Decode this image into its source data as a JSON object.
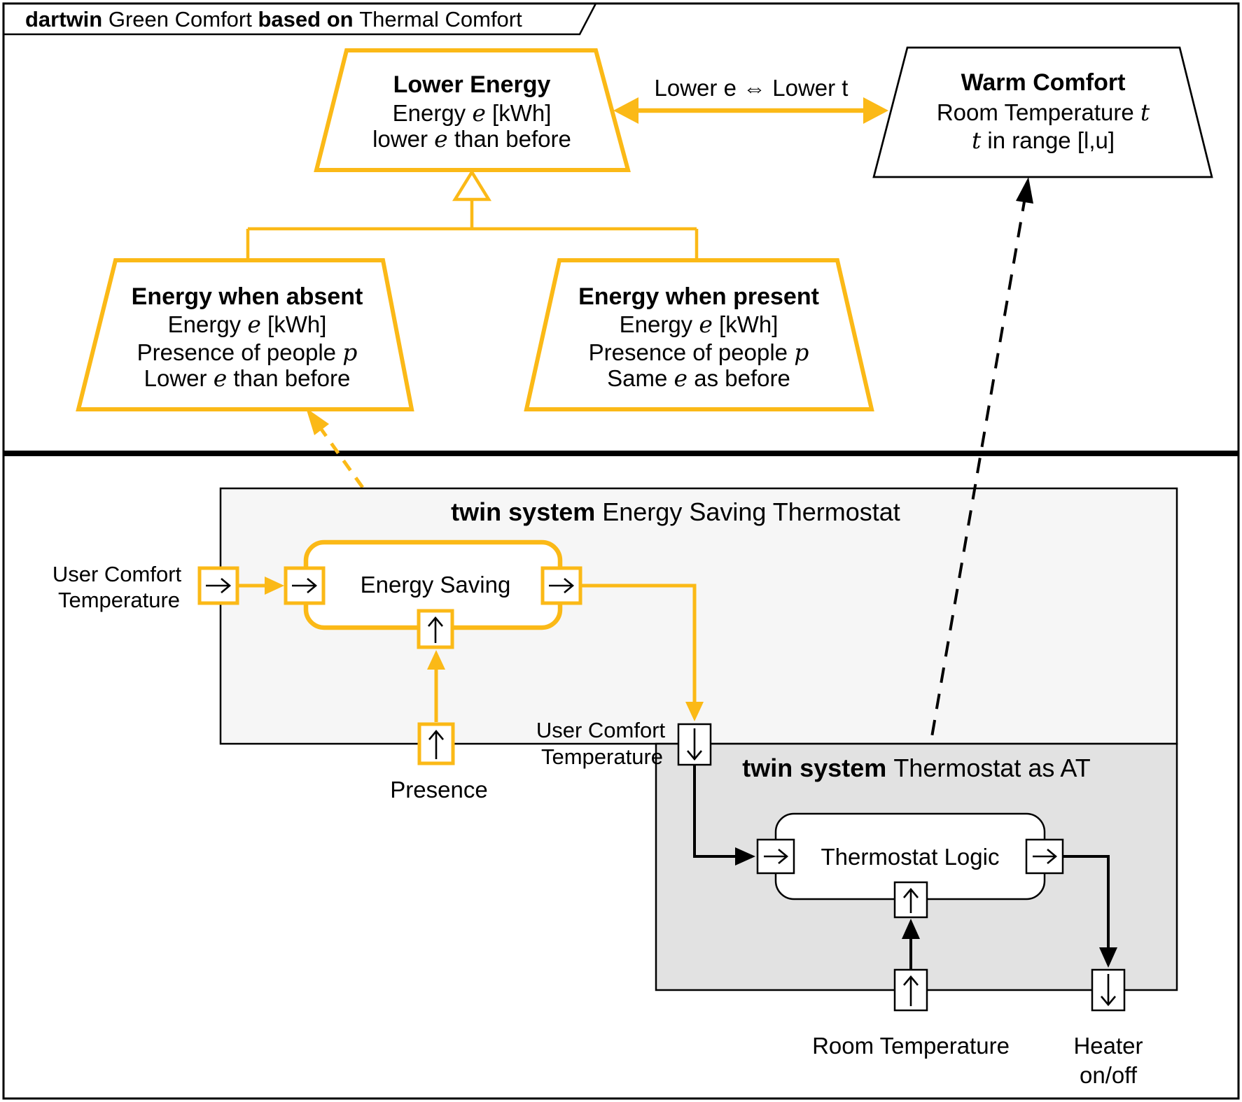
{
  "colors": {
    "accent": "#FBB917",
    "box_light": "#F6F6F6",
    "box_dark": "#E2E2E2"
  },
  "frame": {
    "title": [
      {
        "t": "dartwin"
      },
      {
        "t": " Green Comfort "
      },
      {
        "t": "based on"
      },
      {
        "t": " Thermal Comfort"
      }
    ]
  },
  "relation": {
    "label": "Lower e ⇔ Lower t"
  },
  "goals": {
    "lower_energy": {
      "title": "Lower Energy",
      "line2": [
        "Energy ",
        "e",
        " [kWh]"
      ],
      "line3": [
        "lower ",
        "e",
        " than before"
      ]
    },
    "warm_comfort": {
      "title": "Warm Comfort",
      "line2": [
        "Room Temperature ",
        "t"
      ],
      "line3": [
        "t",
        " in range [l,u]"
      ]
    },
    "energy_absent": {
      "title": "Energy when absent",
      "line2": [
        "Energy ",
        "e",
        " [kWh]"
      ],
      "line3": [
        "Presence of people ",
        "p"
      ],
      "line4": [
        "Lower ",
        "e",
        " than before"
      ]
    },
    "energy_present": {
      "title": "Energy when present",
      "line2": [
        "Energy ",
        "e",
        " [kWh]"
      ],
      "line3": [
        "Presence of people ",
        "p"
      ],
      "line4": [
        "Same ",
        "e",
        " as before"
      ]
    }
  },
  "systems": {
    "energy_saving": {
      "title": [
        {
          "t": "twin system"
        },
        {
          "t": " Energy Saving Thermostat"
        }
      ],
      "block": "Energy Saving",
      "labels": {
        "user_comfort_line1": "User Comfort",
        "user_comfort_line2": "Temperature",
        "presence": "Presence"
      }
    },
    "thermostat": {
      "title": [
        {
          "t": "twin system"
        },
        {
          "t": " Thermostat as AT"
        }
      ],
      "block": "Thermostat Logic",
      "labels": {
        "user_comfort_line1": "User Comfort",
        "user_comfort_line2": "Temperature",
        "room_temperature": "Room Temperature",
        "heater_line1": "Heater",
        "heater_line2": "on/off"
      }
    }
  }
}
